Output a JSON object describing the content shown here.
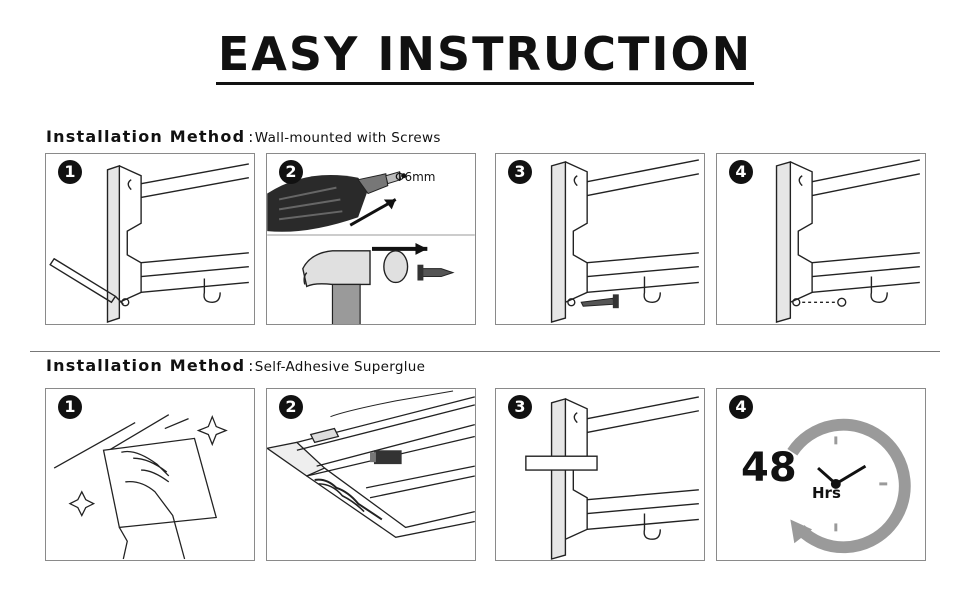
{
  "title": "EASY INSTRUCTION",
  "sections": [
    {
      "heading": "Installation Method",
      "separator": ":",
      "method": "Wall-mounted with Screws",
      "steps": [
        "1",
        "2",
        "3",
        "4"
      ]
    },
    {
      "heading": "Installation Method",
      "separator": ":",
      "method": "Self-Adhesive Superglue",
      "steps": [
        "1",
        "2",
        "3",
        "4"
      ]
    }
  ],
  "drill_size_label": "Φ6mm",
  "clock": {
    "hours": "48",
    "unit": "Hrs"
  },
  "colors": {
    "ink": "#111111",
    "panel_border": "#8a8a8a",
    "fill_gray": "#9a9a9a",
    "bracket_fill": "#e6e6e6"
  }
}
